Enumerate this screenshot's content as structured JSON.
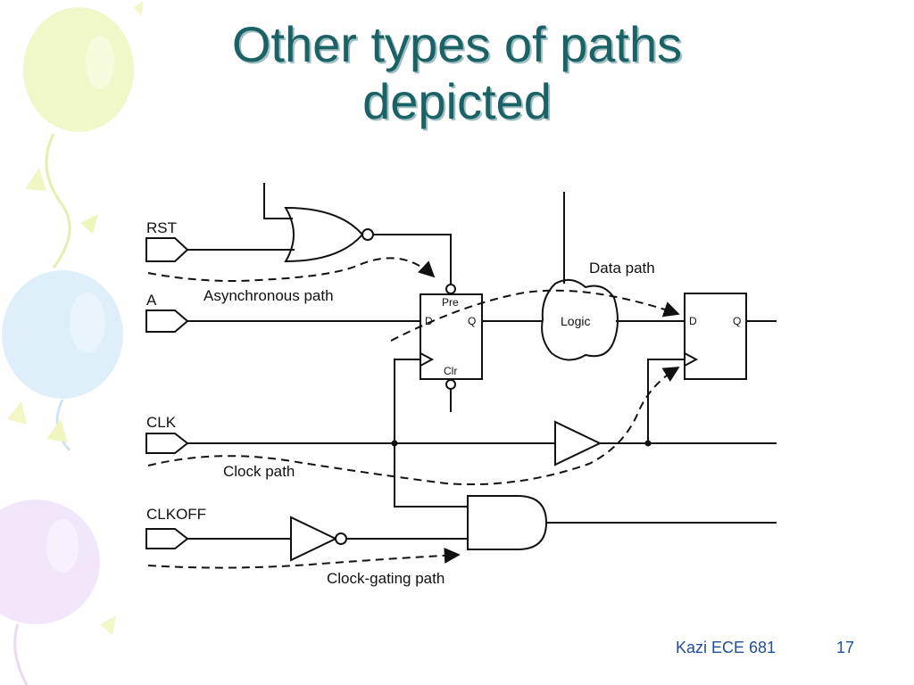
{
  "slide": {
    "title_line1": "Other types of paths",
    "title_line2": "depicted",
    "footer_text": "Kazi ECE 681",
    "slide_number": "17",
    "title_color": "#1a6266",
    "footer_color": "#1f4f9a"
  },
  "decoration": {
    "balloon_icons": [
      "yellow-balloon",
      "blue-balloon",
      "purple-balloon"
    ]
  },
  "diagram": {
    "inputs": {
      "rst": "RST",
      "a": "A",
      "clk": "CLK",
      "clkoff": "CLKOFF"
    },
    "path_labels": {
      "asynchronous": "Asynchronous path",
      "data": "Data path",
      "clock": "Clock path",
      "clock_gating": "Clock-gating path"
    },
    "flip_flop_1": {
      "d": "D",
      "q": "Q",
      "pre": "Pre",
      "clr": "Clr"
    },
    "flip_flop_2": {
      "d": "D",
      "q": "Q"
    },
    "logic_cloud": "Logic"
  }
}
